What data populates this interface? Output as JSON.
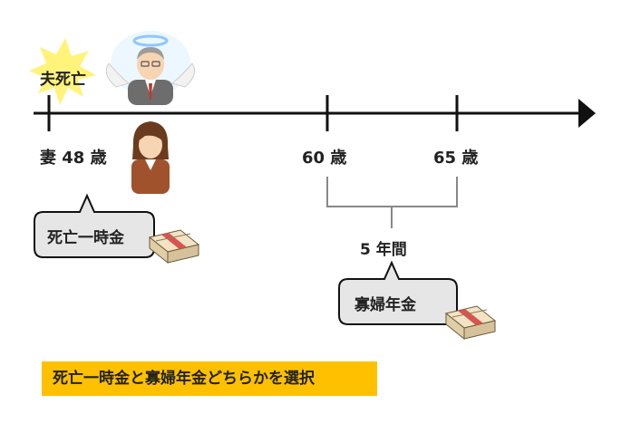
{
  "event_label": "夫死亡",
  "ages": {
    "wife_age": "妻 48 歳",
    "age_60": "60 歳",
    "age_65": "65 歳"
  },
  "duration_label": "5 年間",
  "bubbles": {
    "lump_sum": "死亡一時金",
    "widow_pension": "寡婦年金"
  },
  "banner_text": "死亡一時金と寡婦年金どちらかを選択",
  "colors": {
    "timeline": "#111111",
    "burst": "#fff37a",
    "bubble_fill": "#e6e6e6",
    "banner": "#ffc000",
    "wife_shirt": "#a0522d",
    "money_band": "#d9534f"
  }
}
